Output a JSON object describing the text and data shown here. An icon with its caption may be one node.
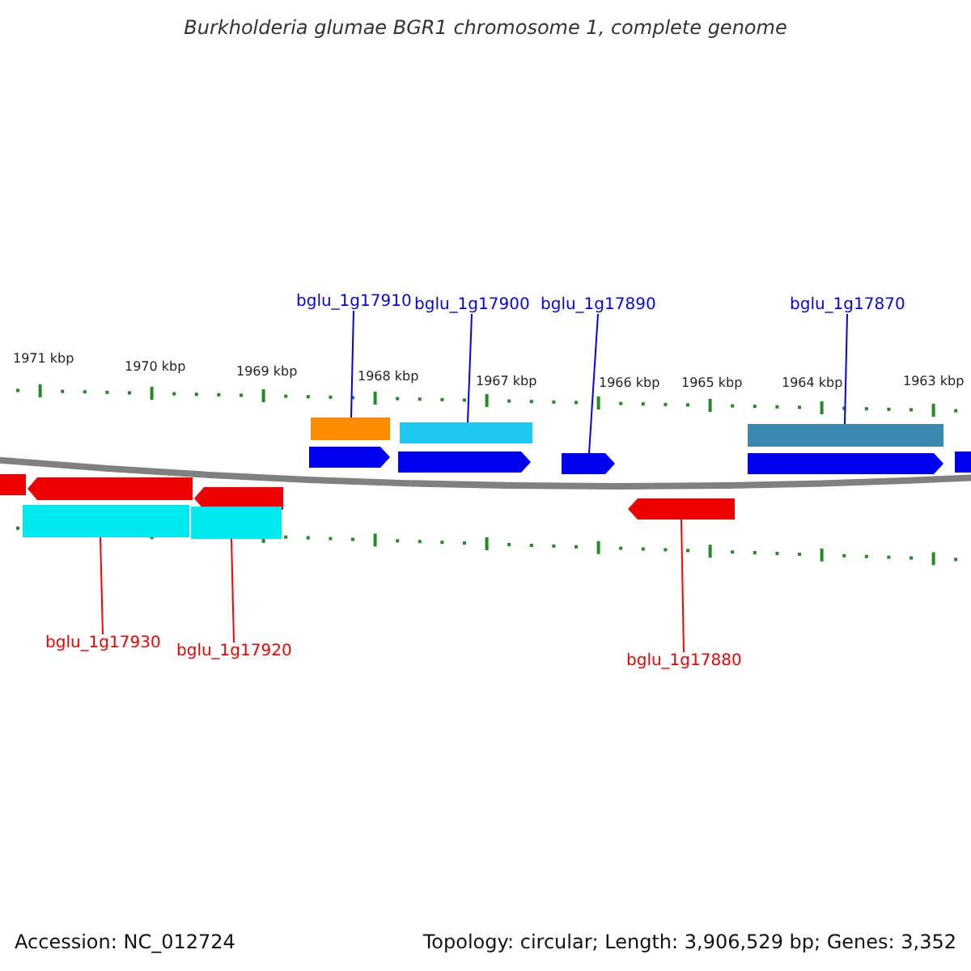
{
  "diagram": {
    "title": "Burkholderia glumae BGR1 chromosome 1, complete genome",
    "nodes": [
      {
        "text": [
          "bglu_1g17910"
        ]
      },
      {
        "text": [
          "bglu_1g17900"
        ]
      },
      {
        "text": [
          "bglu_1g17890"
        ]
      },
      {
        "text": [
          "bglu_1g17870"
        ]
      },
      {
        "text": [
          "bglu_1g17930"
        ]
      },
      {
        "text": [
          "bglu_1g17920"
        ]
      },
      {
        "text": [
          "bglu_1g17880"
        ]
      },
      {
        "text": [],
        "shape": "bar"
      },
      {
        "text": [],
        "shape": "bar"
      },
      {
        "text": [],
        "shape": "bar"
      },
      {
        "text": [],
        "shape": "pentagon"
      },
      {
        "text": [],
        "shape": "pentagon"
      },
      {
        "text": [],
        "shape": "pentagon"
      },
      {
        "text": [],
        "shape": "pentagon"
      },
      {
        "text": [],
        "shape": "bar"
      },
      {
        "text": [],
        "shape": "bar"
      },
      {
        "text": [],
        "shape": "pentagon"
      },
      {
        "text": [],
        "shape": "pentagon"
      },
      {
        "text": [],
        "shape": "bar"
      },
      {
        "text": [],
        "shape": "bar"
      },
      {
        "text": [],
        "shape": "pentagon"
      }
    ],
    "edges": [
      {
        "from": 0,
        "to": 7,
        "arrow": "none"
      },
      {
        "from": 1,
        "to": 8,
        "arrow": "none"
      },
      {
        "from": 2,
        "to": 12,
        "arrow": "none"
      },
      {
        "from": 3,
        "to": 9,
        "arrow": "none"
      },
      {
        "from": 4,
        "to": 18,
        "arrow": "none",
        "color": "#ff0000"
      },
      {
        "from": 5,
        "to": 19,
        "arrow": "none",
        "color": "#ff0000"
      },
      {
        "from": 6,
        "to": 20,
        "arrow": "none",
        "color": "#ff0000"
      }
    ],
    "labels": [
      "1971 kbp",
      "1970 kbp",
      "1969 kbp",
      "1968 kbp",
      "1967 kbp",
      "1966 kbp",
      "1965 kbp",
      "1964 kbp",
      "1963 kbp",
      "Accession: NC_012724",
      "Topology: circular; Length: 3,906,529 bp; Genes: 3,352"
    ]
  }
}
